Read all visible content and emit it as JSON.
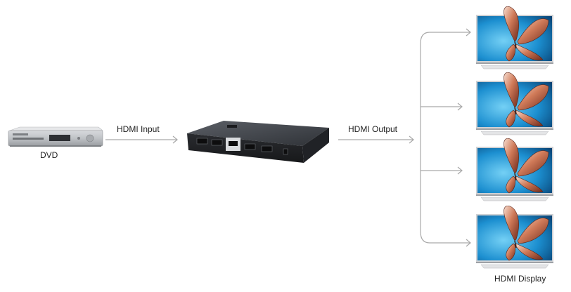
{
  "devices": {
    "source_label": "DVD",
    "displays_label": "HDMI Display"
  },
  "connections": {
    "input_label": "HDMI Input",
    "output_label": "HDMI Output"
  },
  "splitter": {
    "port_count": 4
  },
  "displays": [
    {
      "id": "display-1"
    },
    {
      "id": "display-2"
    },
    {
      "id": "display-3"
    },
    {
      "id": "display-4"
    }
  ],
  "colors": {
    "line": "#a9a9a9",
    "screen": "#1c8fd0",
    "device_body": "#3a3d42"
  }
}
